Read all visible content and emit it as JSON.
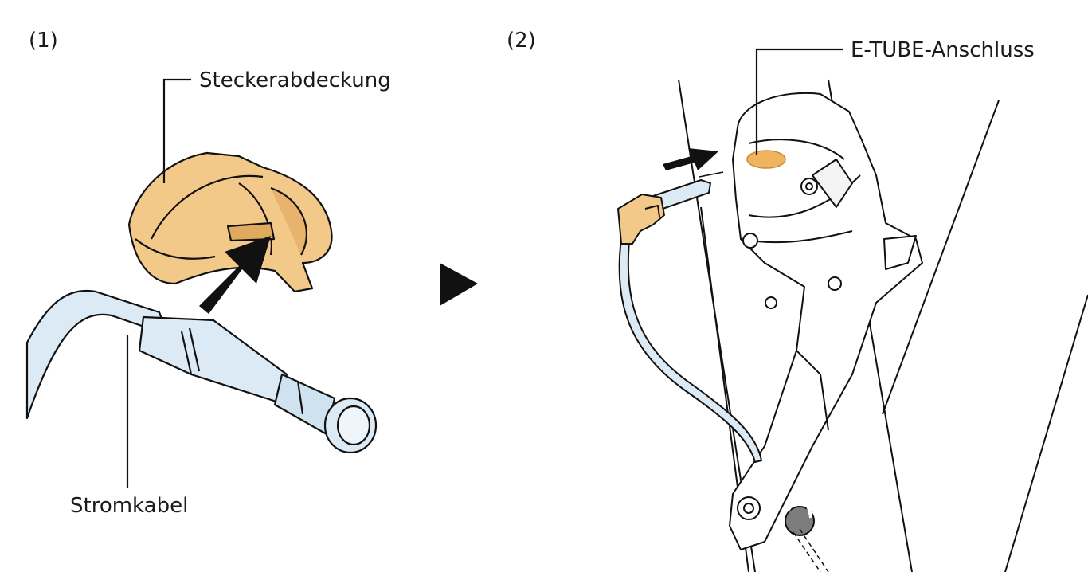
{
  "steps": {
    "step1_label": "(1)",
    "step2_label": "(2)"
  },
  "labels": {
    "plug_cover": "Steckerabdeckung",
    "power_cable": "Stromkabel",
    "etube_port": "E-TUBE-Anschluss"
  },
  "colors": {
    "plug_cover_fill": "#f3c98a",
    "plug_cover_shade": "#e0aa5e",
    "cable_fill": "#dbeaf5",
    "cable_shade": "#bcd4e6",
    "outline": "#111111",
    "port_highlight": "#f0b35e",
    "grommet": "#7d7d7d"
  },
  "icons": {
    "step_arrow": "triangle-right-icon",
    "insert_arrow": "arrow-up-right-icon",
    "direction_arrow": "arrow-right-icon"
  }
}
